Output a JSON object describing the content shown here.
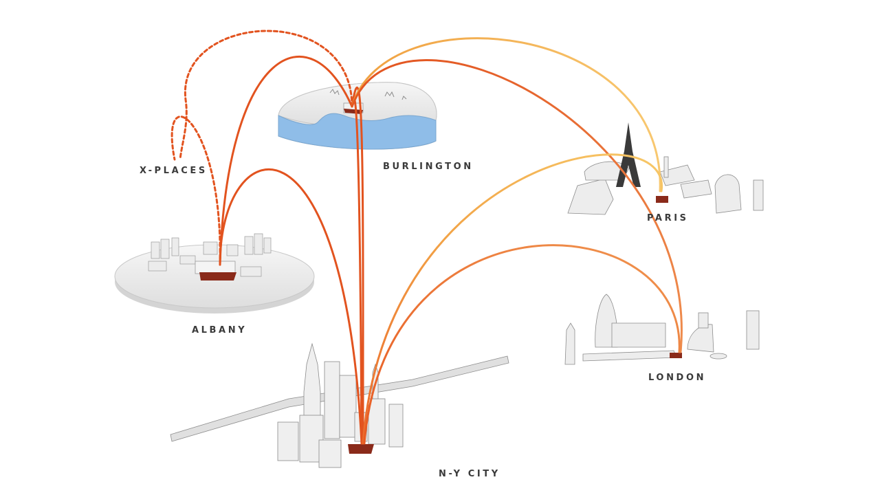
{
  "labels": {
    "xplaces": "X-PLACES",
    "burlington": "BURLINGTON",
    "paris": "PARIS",
    "albany": "ALBANY",
    "london": "LONDON",
    "nyc": "N-Y CITY"
  },
  "connections": [
    {
      "from": "ALBANY",
      "to": "X-PLACES",
      "style": "dashed"
    },
    {
      "from": "BURLINGTON",
      "to": "X-PLACES",
      "style": "dashed"
    },
    {
      "from": "ALBANY",
      "to": "BURLINGTON",
      "style": "solid"
    },
    {
      "from": "N-Y CITY",
      "to": "ALBANY",
      "style": "solid"
    },
    {
      "from": "N-Y CITY",
      "to": "BURLINGTON",
      "style": "solid"
    },
    {
      "from": "N-Y CITY",
      "to": "PARIS",
      "style": "solid"
    },
    {
      "from": "N-Y CITY",
      "to": "LONDON",
      "style": "solid"
    },
    {
      "from": "BURLINGTON",
      "to": "PARIS",
      "style": "solid"
    },
    {
      "from": "BURLINGTON",
      "to": "LONDON",
      "style": "solid"
    }
  ],
  "colors": {
    "arc_dark": "#e2531f",
    "arc_mid": "#eb7a3c",
    "arc_light": "#f5c060",
    "water": "#8fbde8",
    "pad_red": "#8a2a1a",
    "label": "#3a3a3a"
  }
}
